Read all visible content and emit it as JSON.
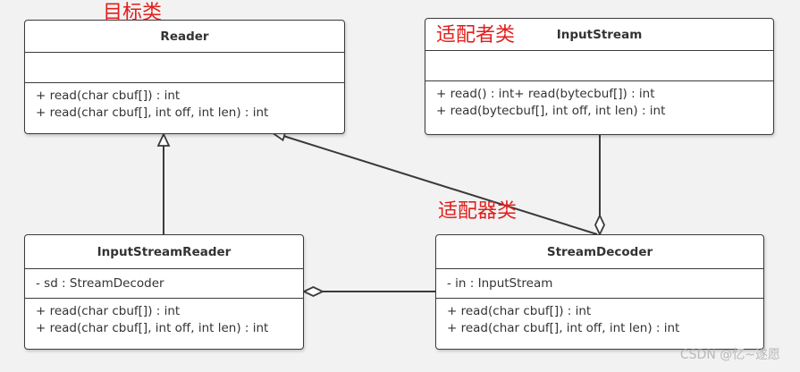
{
  "labels": {
    "target": "目标类",
    "adaptee": "适配者类",
    "adapter": "适配器类"
  },
  "classes": {
    "reader": {
      "name": "Reader",
      "attributes": [],
      "operations": [
        "+ read(char cbuf[]) : int",
        "+ read(char cbuf[], int off, int len) : int"
      ]
    },
    "input_stream": {
      "name": "InputStream",
      "attributes": [],
      "operations": [
        "+ read() : int+ read(bytecbuf[]) : int",
        "+ read(bytecbuf[], int off, int len) : int"
      ]
    },
    "input_stream_reader": {
      "name": "InputStreamReader",
      "attributes": [
        "- sd : StreamDecoder"
      ],
      "operations": [
        "+ read(char cbuf[]) : int",
        "+ read(char cbuf[], int off, int len) : int"
      ]
    },
    "stream_decoder": {
      "name": "StreamDecoder",
      "attributes": [
        "- in : InputStream"
      ],
      "operations": [
        "+ read(char cbuf[]) : int",
        "+ read(char cbuf[], int off, int len) : int"
      ]
    }
  },
  "relations": [
    {
      "from": "InputStreamReader",
      "to": "Reader",
      "kind": "generalization"
    },
    {
      "from": "StreamDecoder",
      "to": "Reader",
      "kind": "generalization"
    },
    {
      "from": "StreamDecoder",
      "to": "InputStream",
      "kind": "aggregation"
    },
    {
      "from": "InputStreamReader",
      "to": "StreamDecoder",
      "kind": "aggregation"
    }
  ],
  "watermark": "CSDN @忆~遂愿",
  "colors": {
    "background": "#f2f2f2",
    "box_border": "#3a3a3a",
    "label_red": "#e0201c",
    "watermark": "#b8b8b8"
  }
}
